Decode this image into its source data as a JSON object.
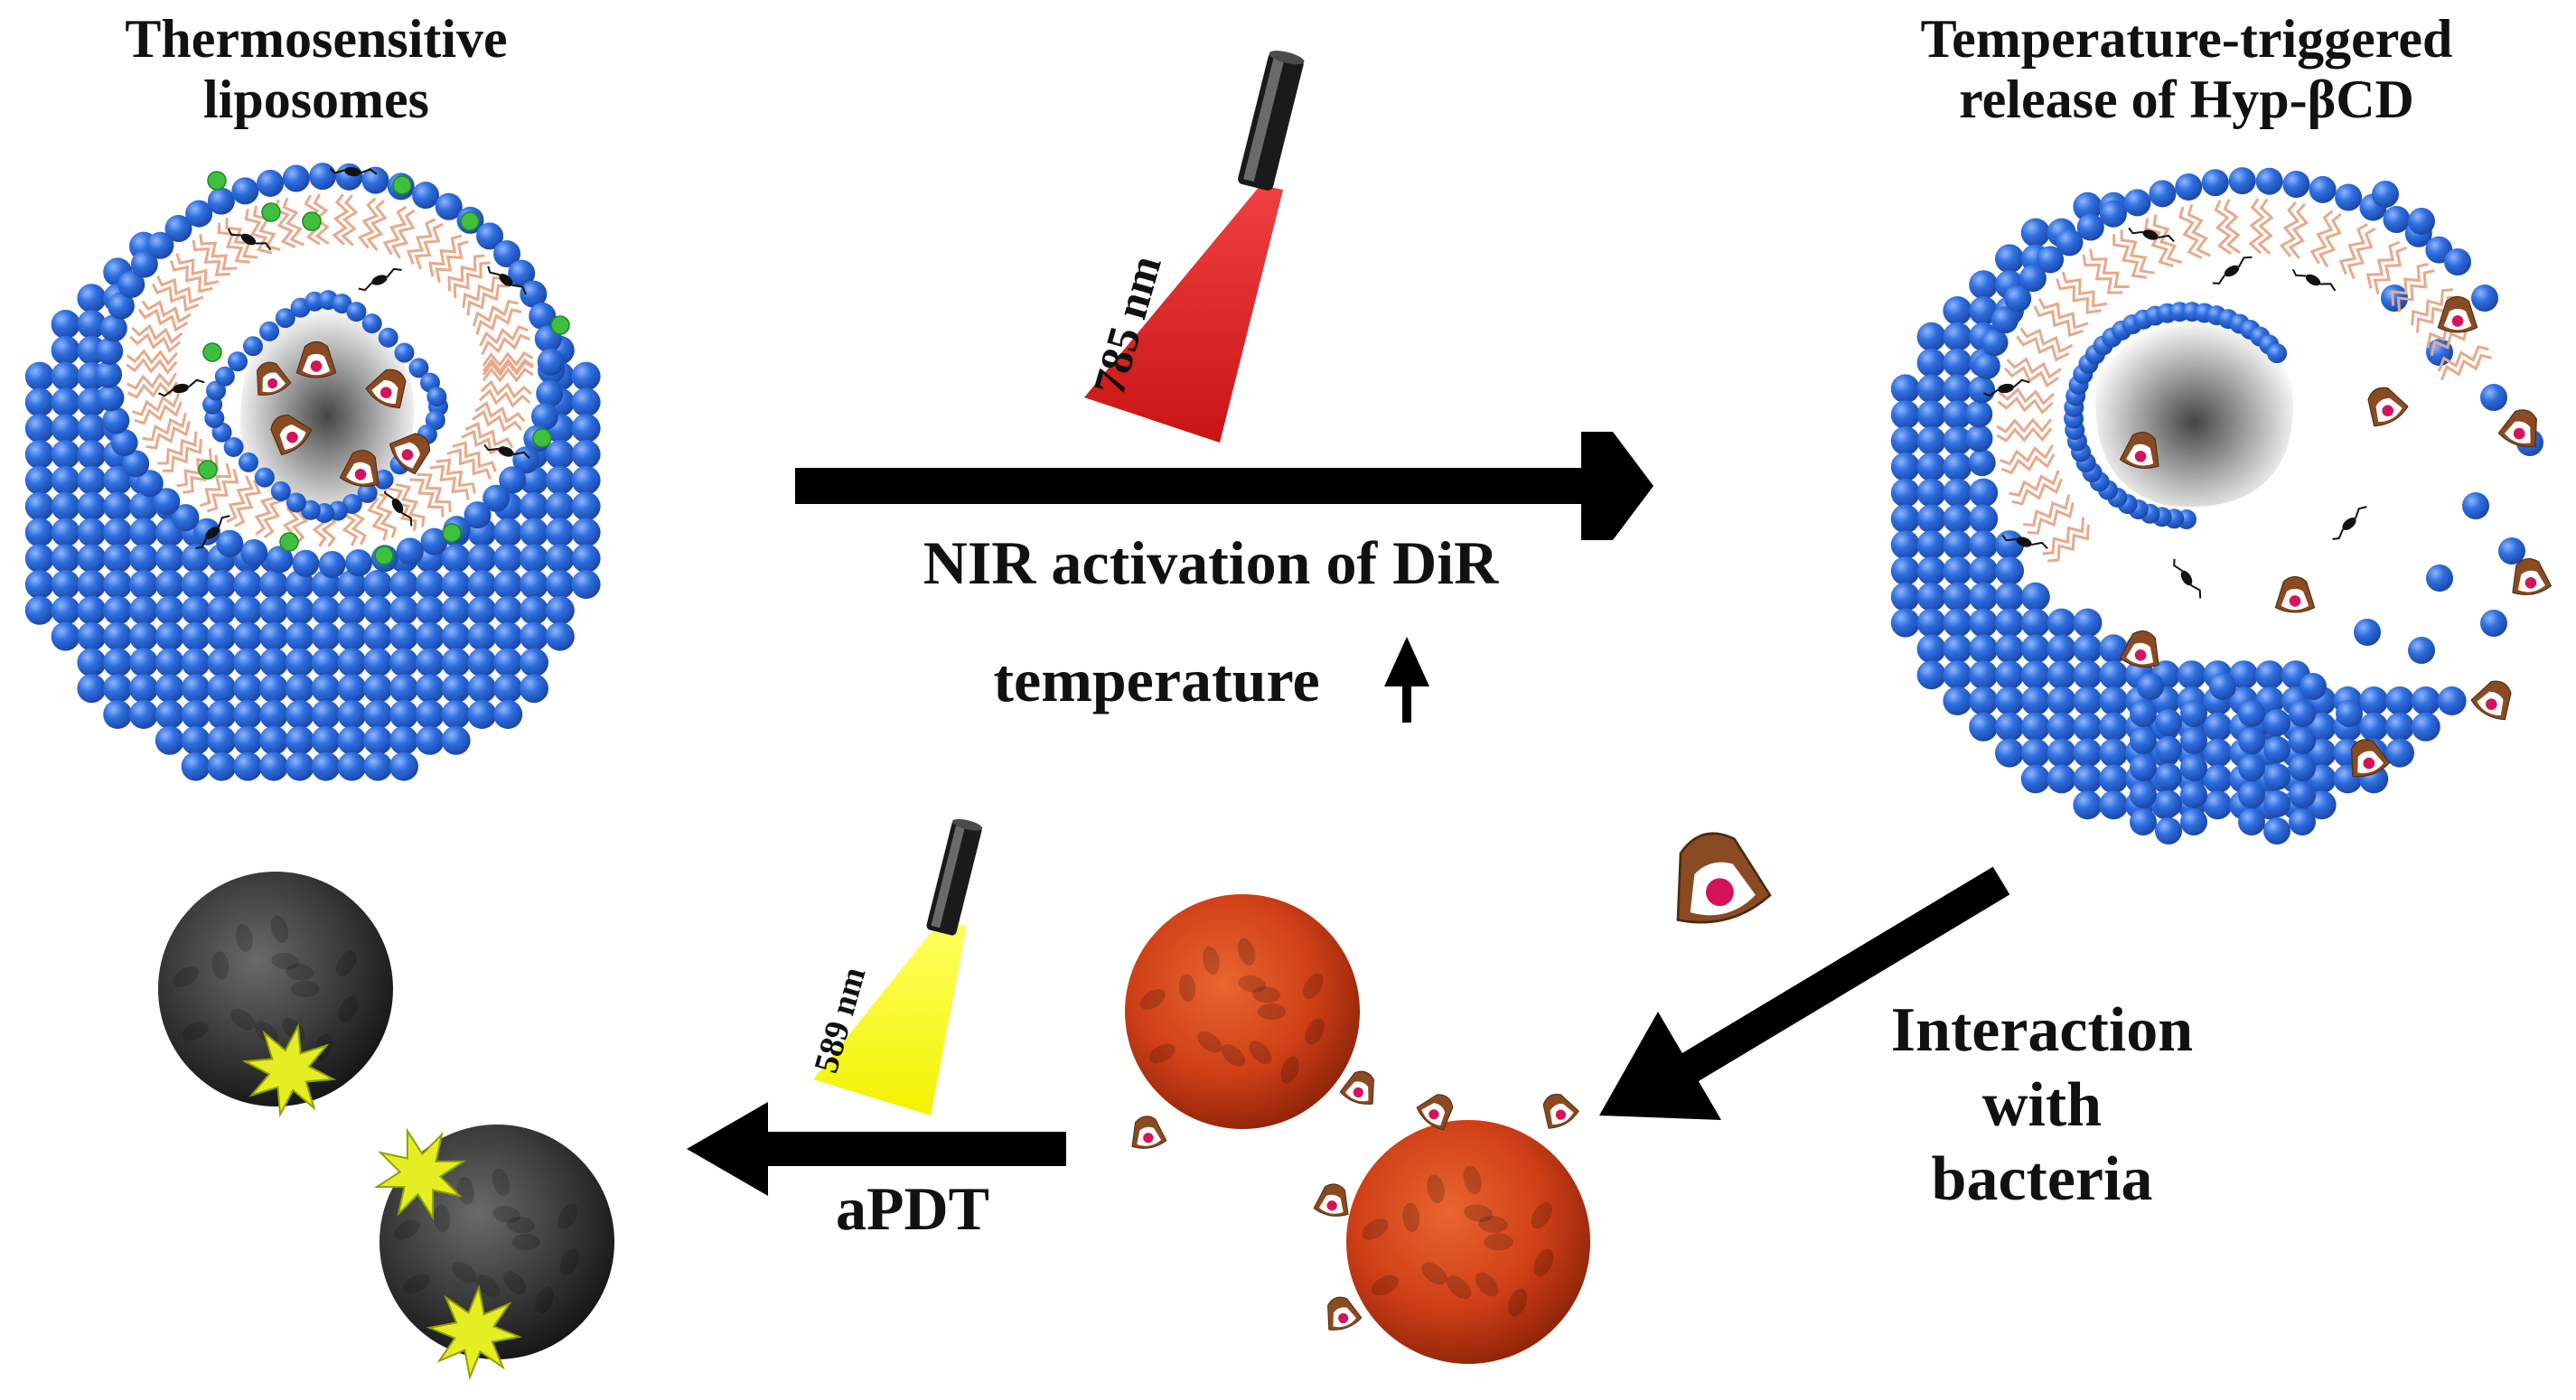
{
  "labels": {
    "title_left": [
      "Thermosensitive",
      "liposomes"
    ],
    "title_right": [
      "Temperature-triggered",
      "release of Hyp-βCD"
    ],
    "nir_activation": "NIR activation of DiR",
    "temperature": "temperature",
    "interaction": [
      "Interaction",
      "with",
      "bacteria"
    ],
    "apdt": "aPDT",
    "wavelength_red": "785 nm",
    "wavelength_yellow": "589 nm"
  },
  "colors": {
    "bead_blue": "#2f6fe0",
    "bead_highlight": "#8fb6ff",
    "lipid_tail": "#e8a98a",
    "green_dot": "#3fbf3f",
    "cone_brown": "#8a4a22",
    "cone_magenta": "#d4145a",
    "laser_red": "#dc1f1f",
    "laser_yellow": "#f5f500",
    "bacteria_orange": "#d2441a",
    "bacteria_dead": "#2e2e2e",
    "star_yellow": "#e4ee22",
    "arrow_black": "#000000"
  },
  "icons": [
    "flashlight-icon",
    "cyclodextrin-cone-icon",
    "star-burst-icon",
    "up-arrow-icon"
  ]
}
